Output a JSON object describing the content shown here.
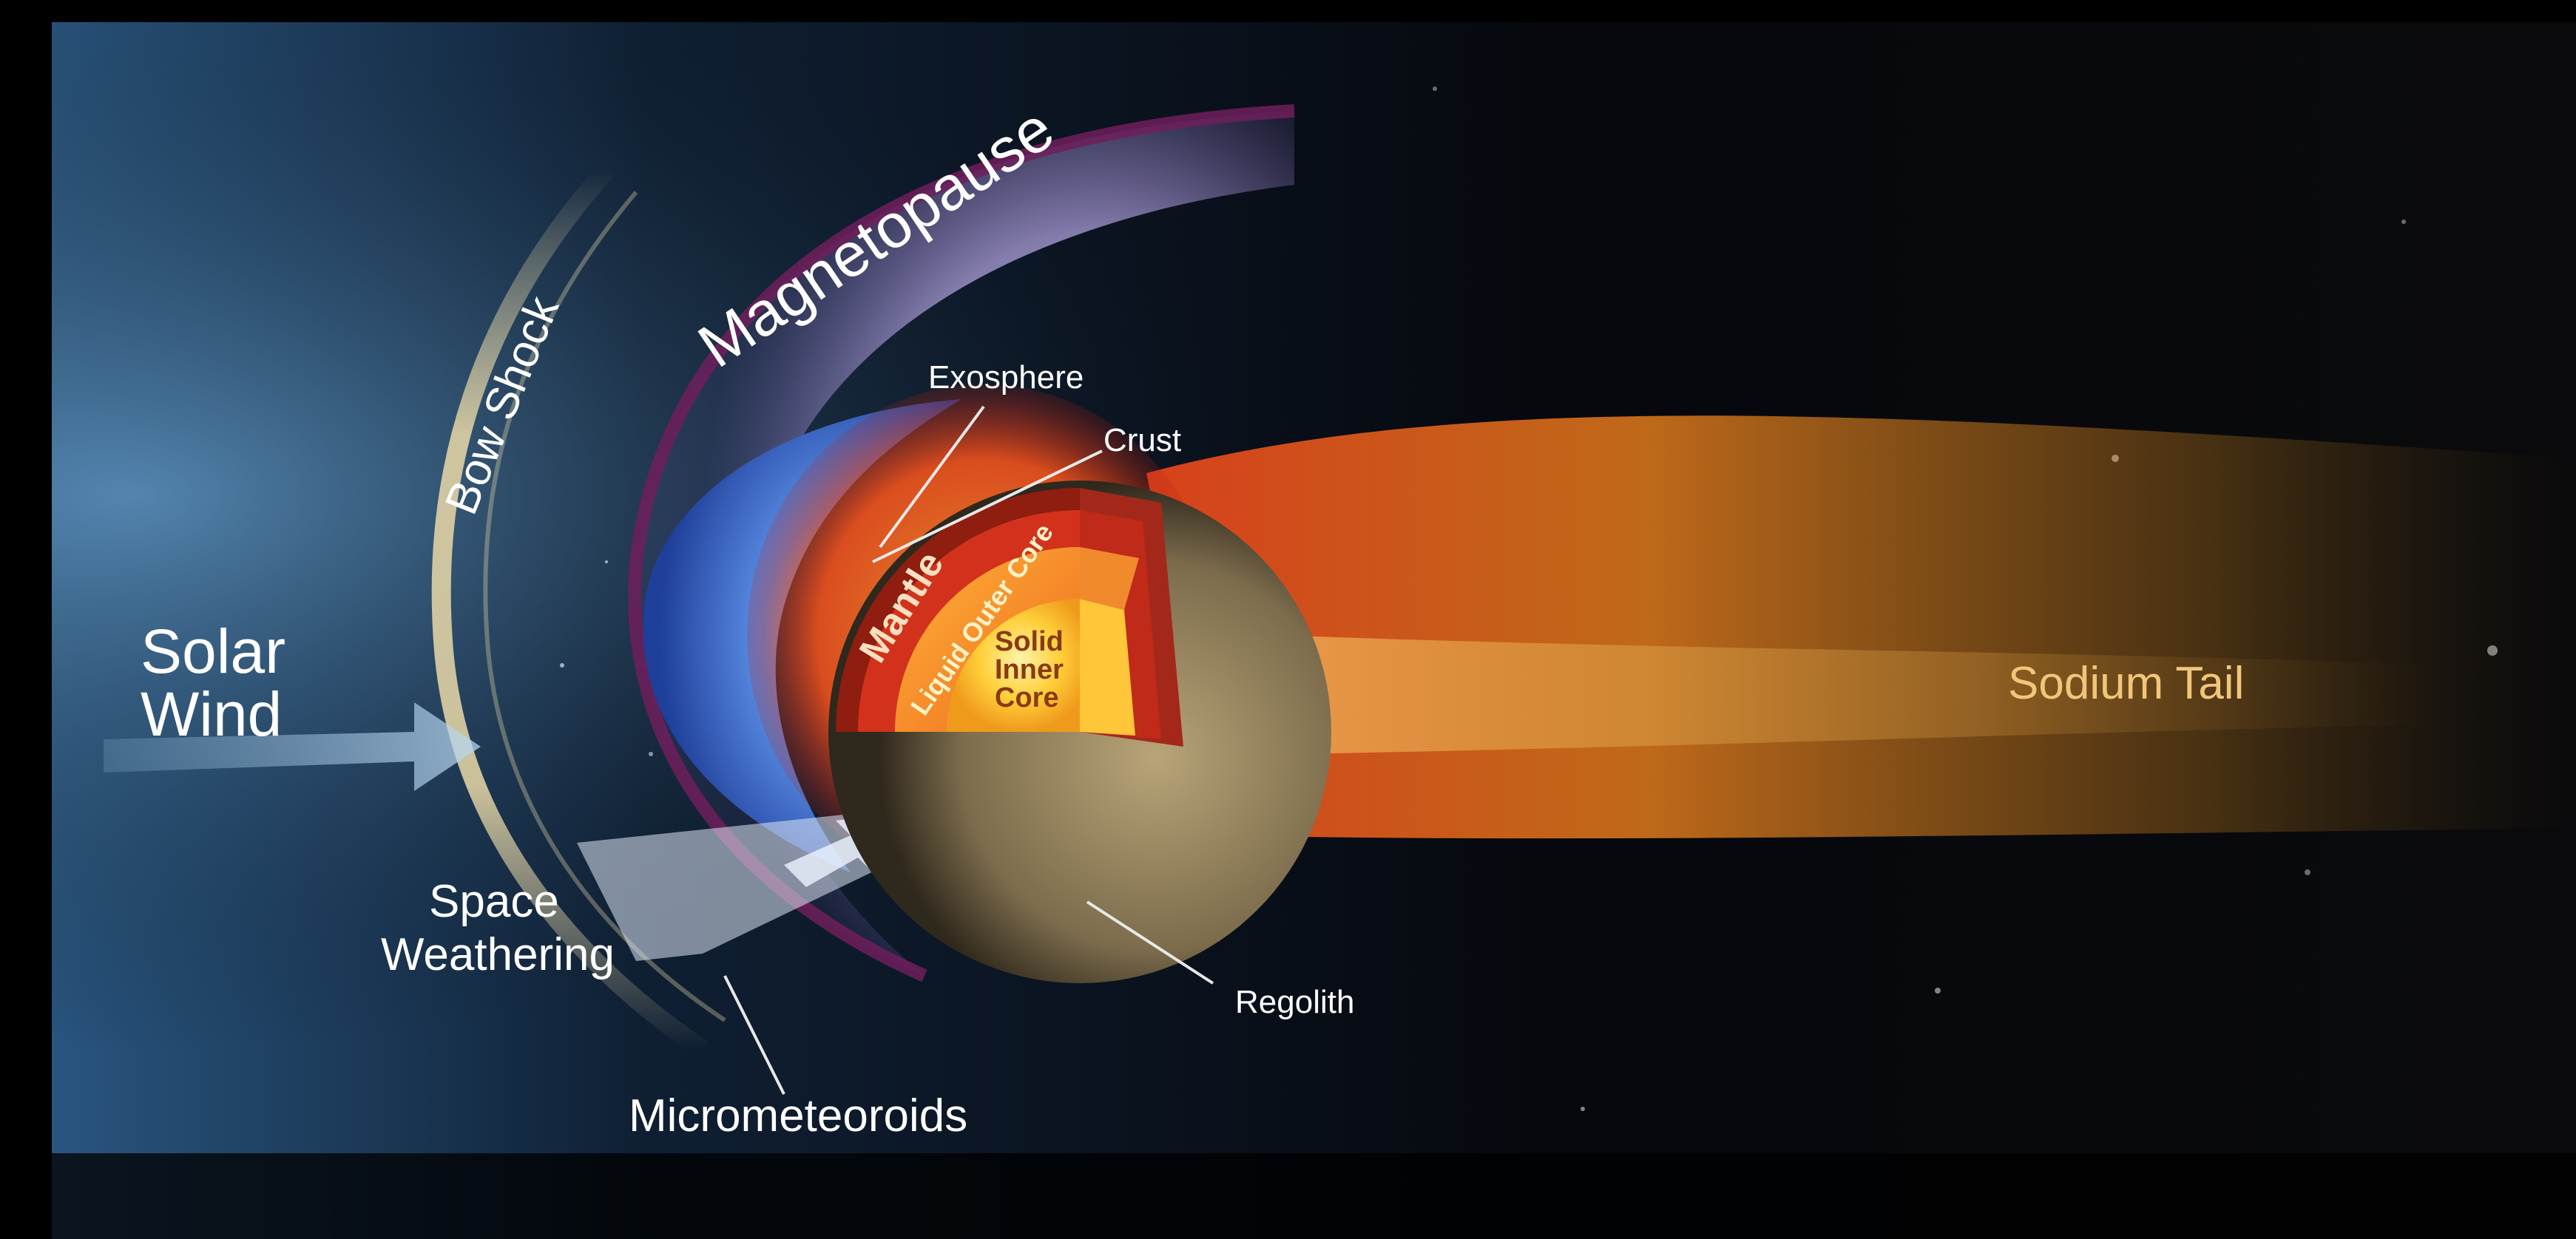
{
  "labels": {
    "bow_shock": "Bow Shock",
    "magnetopause": "Magnetopause",
    "exosphere": "Exosphere",
    "crust": "Crust",
    "mantle": "Mantle",
    "liquid_outer_core": "Liquid Outer Core",
    "solid_inner_core_1": "Solid",
    "solid_inner_core_2": "Inner",
    "solid_inner_core_3": "Core",
    "solar_wind_1": "Solar",
    "solar_wind_2": "Wind",
    "space_weathering_1": "Space",
    "space_weathering_2": "Weathering",
    "regolith": "Regolith",
    "micrometeoroids": "Micrometeoroids",
    "sodium_tail": "Sodium Tail"
  },
  "colors": {
    "background": "#000000",
    "sodium_tail": "#e07a1c",
    "magnetosphere": "#3a6fd1",
    "bow_shock": "#e9d9a8",
    "core": "#ffd24a",
    "mantle": "#d2321c",
    "crust": "#8f1d10",
    "regolith": "#8a7a5a"
  }
}
